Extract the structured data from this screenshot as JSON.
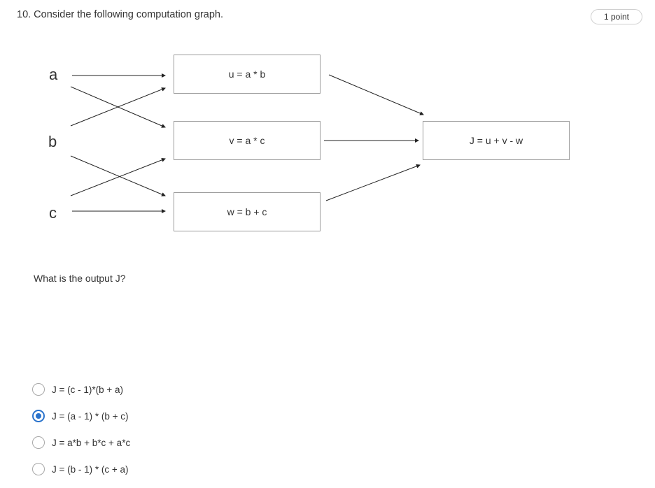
{
  "question": {
    "title": "10. Consider the following computation graph.",
    "points": "1 point",
    "prompt": "What is the output J?"
  },
  "graph": {
    "inputs": [
      "a",
      "b",
      "c"
    ],
    "nodes": {
      "u": "u = a * b",
      "v": "v = a * c",
      "w": "w = b + c",
      "j": "J = u + v - w"
    }
  },
  "options": [
    {
      "label": "J = (c - 1)*(b + a)",
      "selected": false
    },
    {
      "label": "J = (a - 1) * (b + c)",
      "selected": true
    },
    {
      "label": "J = a*b + b*c + a*c",
      "selected": false
    },
    {
      "label": "J = (b - 1) * (c + a)",
      "selected": false
    }
  ],
  "colors": {
    "accent": "#2a73cc",
    "text": "#333333",
    "border": "#9a9a9a"
  }
}
